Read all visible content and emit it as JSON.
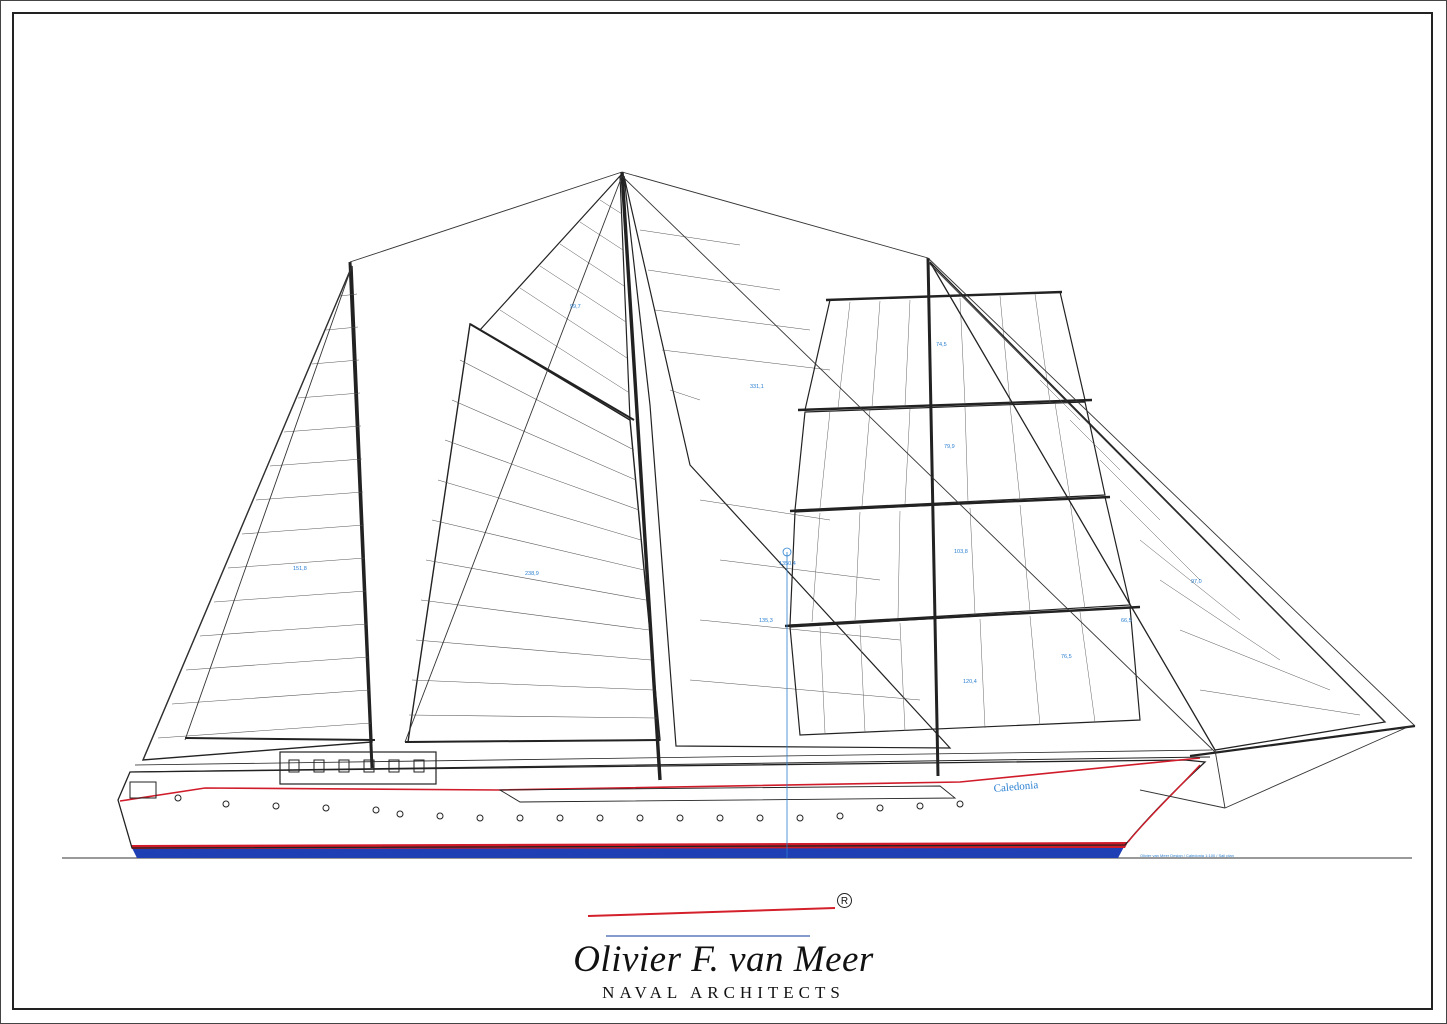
{
  "vessel": {
    "name": "Caledonia"
  },
  "sail_areas": [
    "151,8",
    "238,9",
    "99,7",
    "331,1",
    "74,5",
    "79,9",
    "103,8",
    "135,3",
    "1350,4",
    "120,4",
    "76,5",
    "97,0",
    "66,5"
  ],
  "footnote": "Olivier van Meer Design / Caledonia 1:100 / Sail plan",
  "brand": {
    "name": "Olivier F. van Meer",
    "subtitle": "NAVAL ARCHITECTS",
    "registered_mark": "R"
  },
  "colors": {
    "ink": "#222222",
    "sheer_red": "#d01c2a",
    "bottom_blue": "#1f3fb5",
    "dimension_blue": "#2a7fd0",
    "logo_red": "#d4202a",
    "logo_blue": "#3a5fb0"
  }
}
